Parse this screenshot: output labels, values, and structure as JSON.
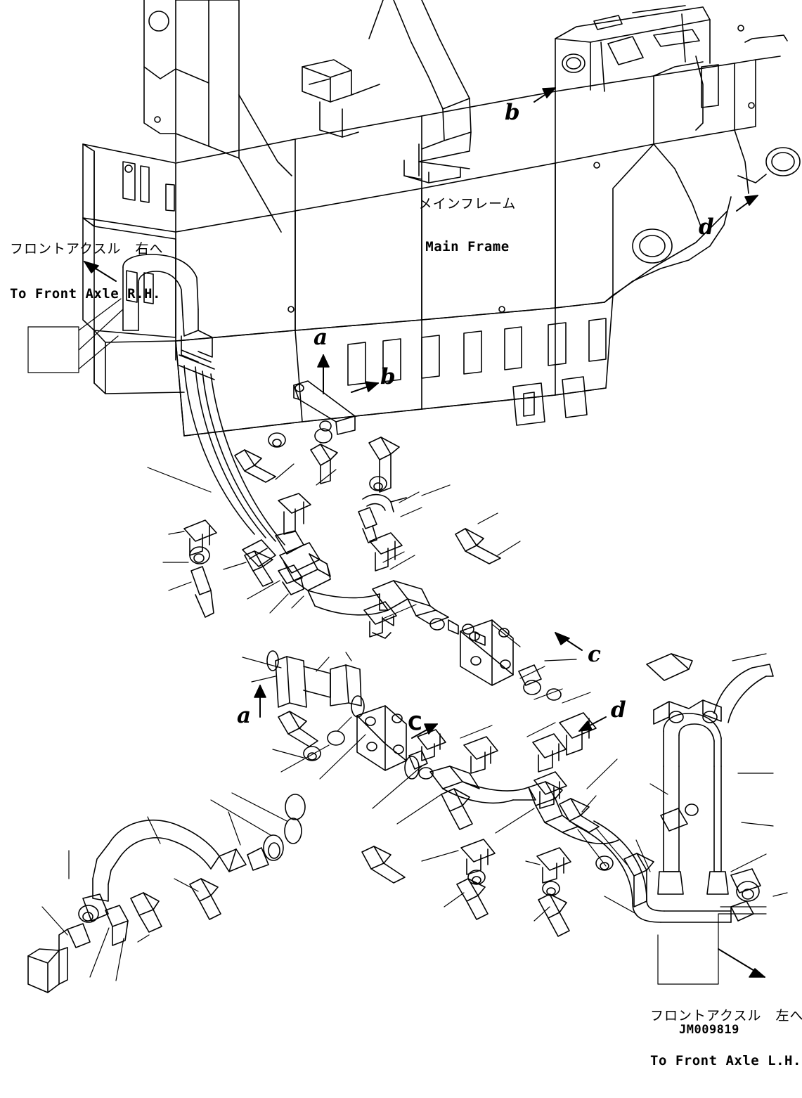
{
  "diagram": {
    "drawing_number": "JM009819",
    "labels": {
      "main_frame": {
        "jp": "メインフレーム",
        "en": "Main Frame"
      },
      "to_front_axle_rh": {
        "jp": "フロントアクスル　右へ",
        "en": "To Front Axle R.H."
      },
      "to_front_axle_lh": {
        "jp": "フロントアクスル　左へ",
        "en": "To Front Axle L.H."
      }
    },
    "callouts": [
      {
        "id": "callout-b-top",
        "text": "b"
      },
      {
        "id": "callout-d-top",
        "text": "d"
      },
      {
        "id": "callout-a-upper",
        "text": "a"
      },
      {
        "id": "callout-b-upper",
        "text": "b"
      },
      {
        "id": "callout-c-right",
        "text": "c"
      },
      {
        "id": "callout-a-lower",
        "text": "a"
      },
      {
        "id": "callout-c-lower",
        "text": "C"
      },
      {
        "id": "callout-d-lower",
        "text": "d"
      }
    ]
  }
}
